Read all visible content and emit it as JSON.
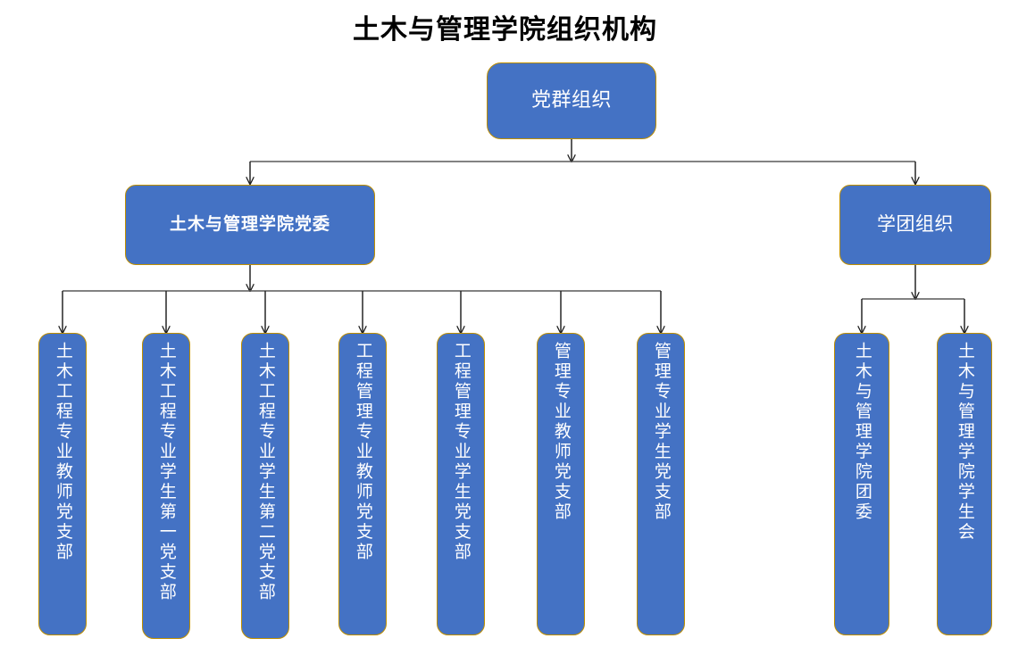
{
  "title": "土木与管理学院组织机构",
  "theme": {
    "node_fill": "#4472C4",
    "node_border": "#BF8F00",
    "node_text": "#FFFFFF",
    "connector": "#595959",
    "background": "#FFFFFF",
    "title_color": "#000000"
  },
  "nodes": {
    "root": {
      "label": "党群组织"
    },
    "level2": [
      {
        "id": "party-committee",
        "label": "土木与管理学院党委"
      },
      {
        "id": "student-league",
        "label": "学团组织"
      }
    ],
    "party_branches": [
      {
        "id": "civil-eng-teacher-branch",
        "label": "土木工程专业教师党支部"
      },
      {
        "id": "civil-eng-student-1-branch",
        "label": "土木工程专业学生第一党支部"
      },
      {
        "id": "civil-eng-student-2-branch",
        "label": "土木工程专业学生第二党支部"
      },
      {
        "id": "eng-mgmt-teacher-branch",
        "label": "工程管理专业教师党支部"
      },
      {
        "id": "eng-mgmt-student-branch",
        "label": "工程管理专业学生党支部"
      },
      {
        "id": "mgmt-teacher-branch",
        "label": "管理专业教师党支部"
      },
      {
        "id": "mgmt-student-branch",
        "label": "管理专业学生党支部"
      }
    ],
    "league_orgs": [
      {
        "id": "league-committee",
        "label": "土木与管理学院团委"
      },
      {
        "id": "student-union",
        "label": "土木与管理学院学生会"
      }
    ]
  },
  "chart_data": {
    "type": "diagram",
    "title": "土木与管理学院组织机构",
    "orientation": "top-down",
    "levels": 3,
    "edges": [
      {
        "from": "党群组织",
        "to": "土木与管理学院党委"
      },
      {
        "from": "党群组织",
        "to": "学团组织"
      },
      {
        "from": "土木与管理学院党委",
        "to": "土木工程专业教师党支部"
      },
      {
        "from": "土木与管理学院党委",
        "to": "土木工程专业学生第一党支部"
      },
      {
        "from": "土木与管理学院党委",
        "to": "土木工程专业学生第二党支部"
      },
      {
        "from": "土木与管理学院党委",
        "to": "工程管理专业教师党支部"
      },
      {
        "from": "土木与管理学院党委",
        "to": "工程管理专业学生党支部"
      },
      {
        "from": "土木与管理学院党委",
        "to": "管理专业教师党支部"
      },
      {
        "from": "土木与管理学院党委",
        "to": "管理专业学生党支部"
      },
      {
        "from": "学团组织",
        "to": "土木与管理学院团委"
      },
      {
        "from": "学团组织",
        "to": "土木与管理学院学生会"
      }
    ]
  }
}
